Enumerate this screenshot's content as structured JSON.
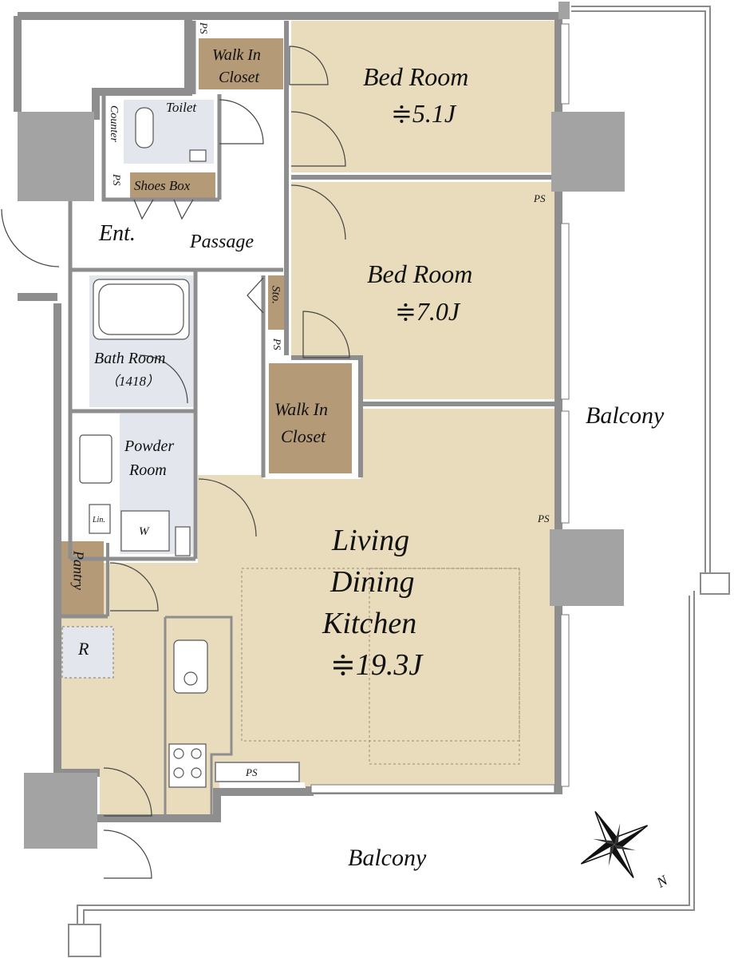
{
  "rooms": {
    "bed_room_1": {
      "name": "Bed Room",
      "size": "≑5.1J"
    },
    "bed_room_2": {
      "name": "Bed Room",
      "size": "≑7.0J"
    },
    "ldk": {
      "line1": "Living",
      "line2": "Dining",
      "line3": "Kitchen",
      "size": "≑19.3J"
    },
    "walk_in_closet_1": {
      "line1": "Walk In",
      "line2": "Closet"
    },
    "walk_in_closet_2": {
      "line1": "Walk In",
      "line2": "Closet"
    },
    "toilet": "Toilet",
    "counter": "Counter",
    "shoes_box": "Shoes Box",
    "entrance": "Ent.",
    "passage": "Passage",
    "storage": "Sto.",
    "bath_room": {
      "name": "Bath Room",
      "size": "（1418）"
    },
    "powder_room": {
      "line1": "Powder",
      "line2": "Room"
    },
    "linen": "Lin.",
    "washer": "W",
    "pantry": "Pantry",
    "refrigerator": "R"
  },
  "pipe_space": "PS",
  "balcony_east": "Balcony",
  "balcony_south": "Balcony",
  "compass_label": "N",
  "colors": {
    "floor": "#e9dcbc",
    "closet": "#b59a78",
    "wet_area": "#e4e6ee",
    "wall": "#8e8e8e",
    "column": "#a3a3a3"
  }
}
